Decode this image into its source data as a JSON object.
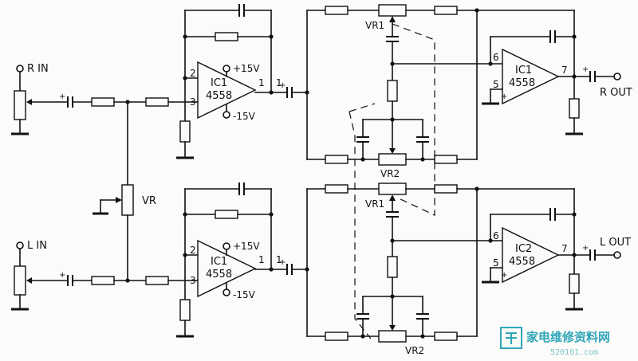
{
  "labels": {
    "r_in": "R IN",
    "l_in": "L IN",
    "vr": "VR",
    "r_out": "R OUT",
    "l_out": "L OUT",
    "plus": "+",
    "pos_supply": "+15V",
    "neg_supply": "-15V",
    "vr1": "VR1",
    "vr2": "VR2",
    "pin1": "1",
    "pin2": "2",
    "pin3": "3",
    "pin5": "5",
    "pin6": "6",
    "pin7": "7"
  },
  "ics": {
    "ic1_name": "IC1",
    "ic2_name": "IC2",
    "part": "4558"
  },
  "watermark": {
    "text": "家电维修资料网",
    "url": "520101.com",
    "color": "#2fa6b8"
  }
}
